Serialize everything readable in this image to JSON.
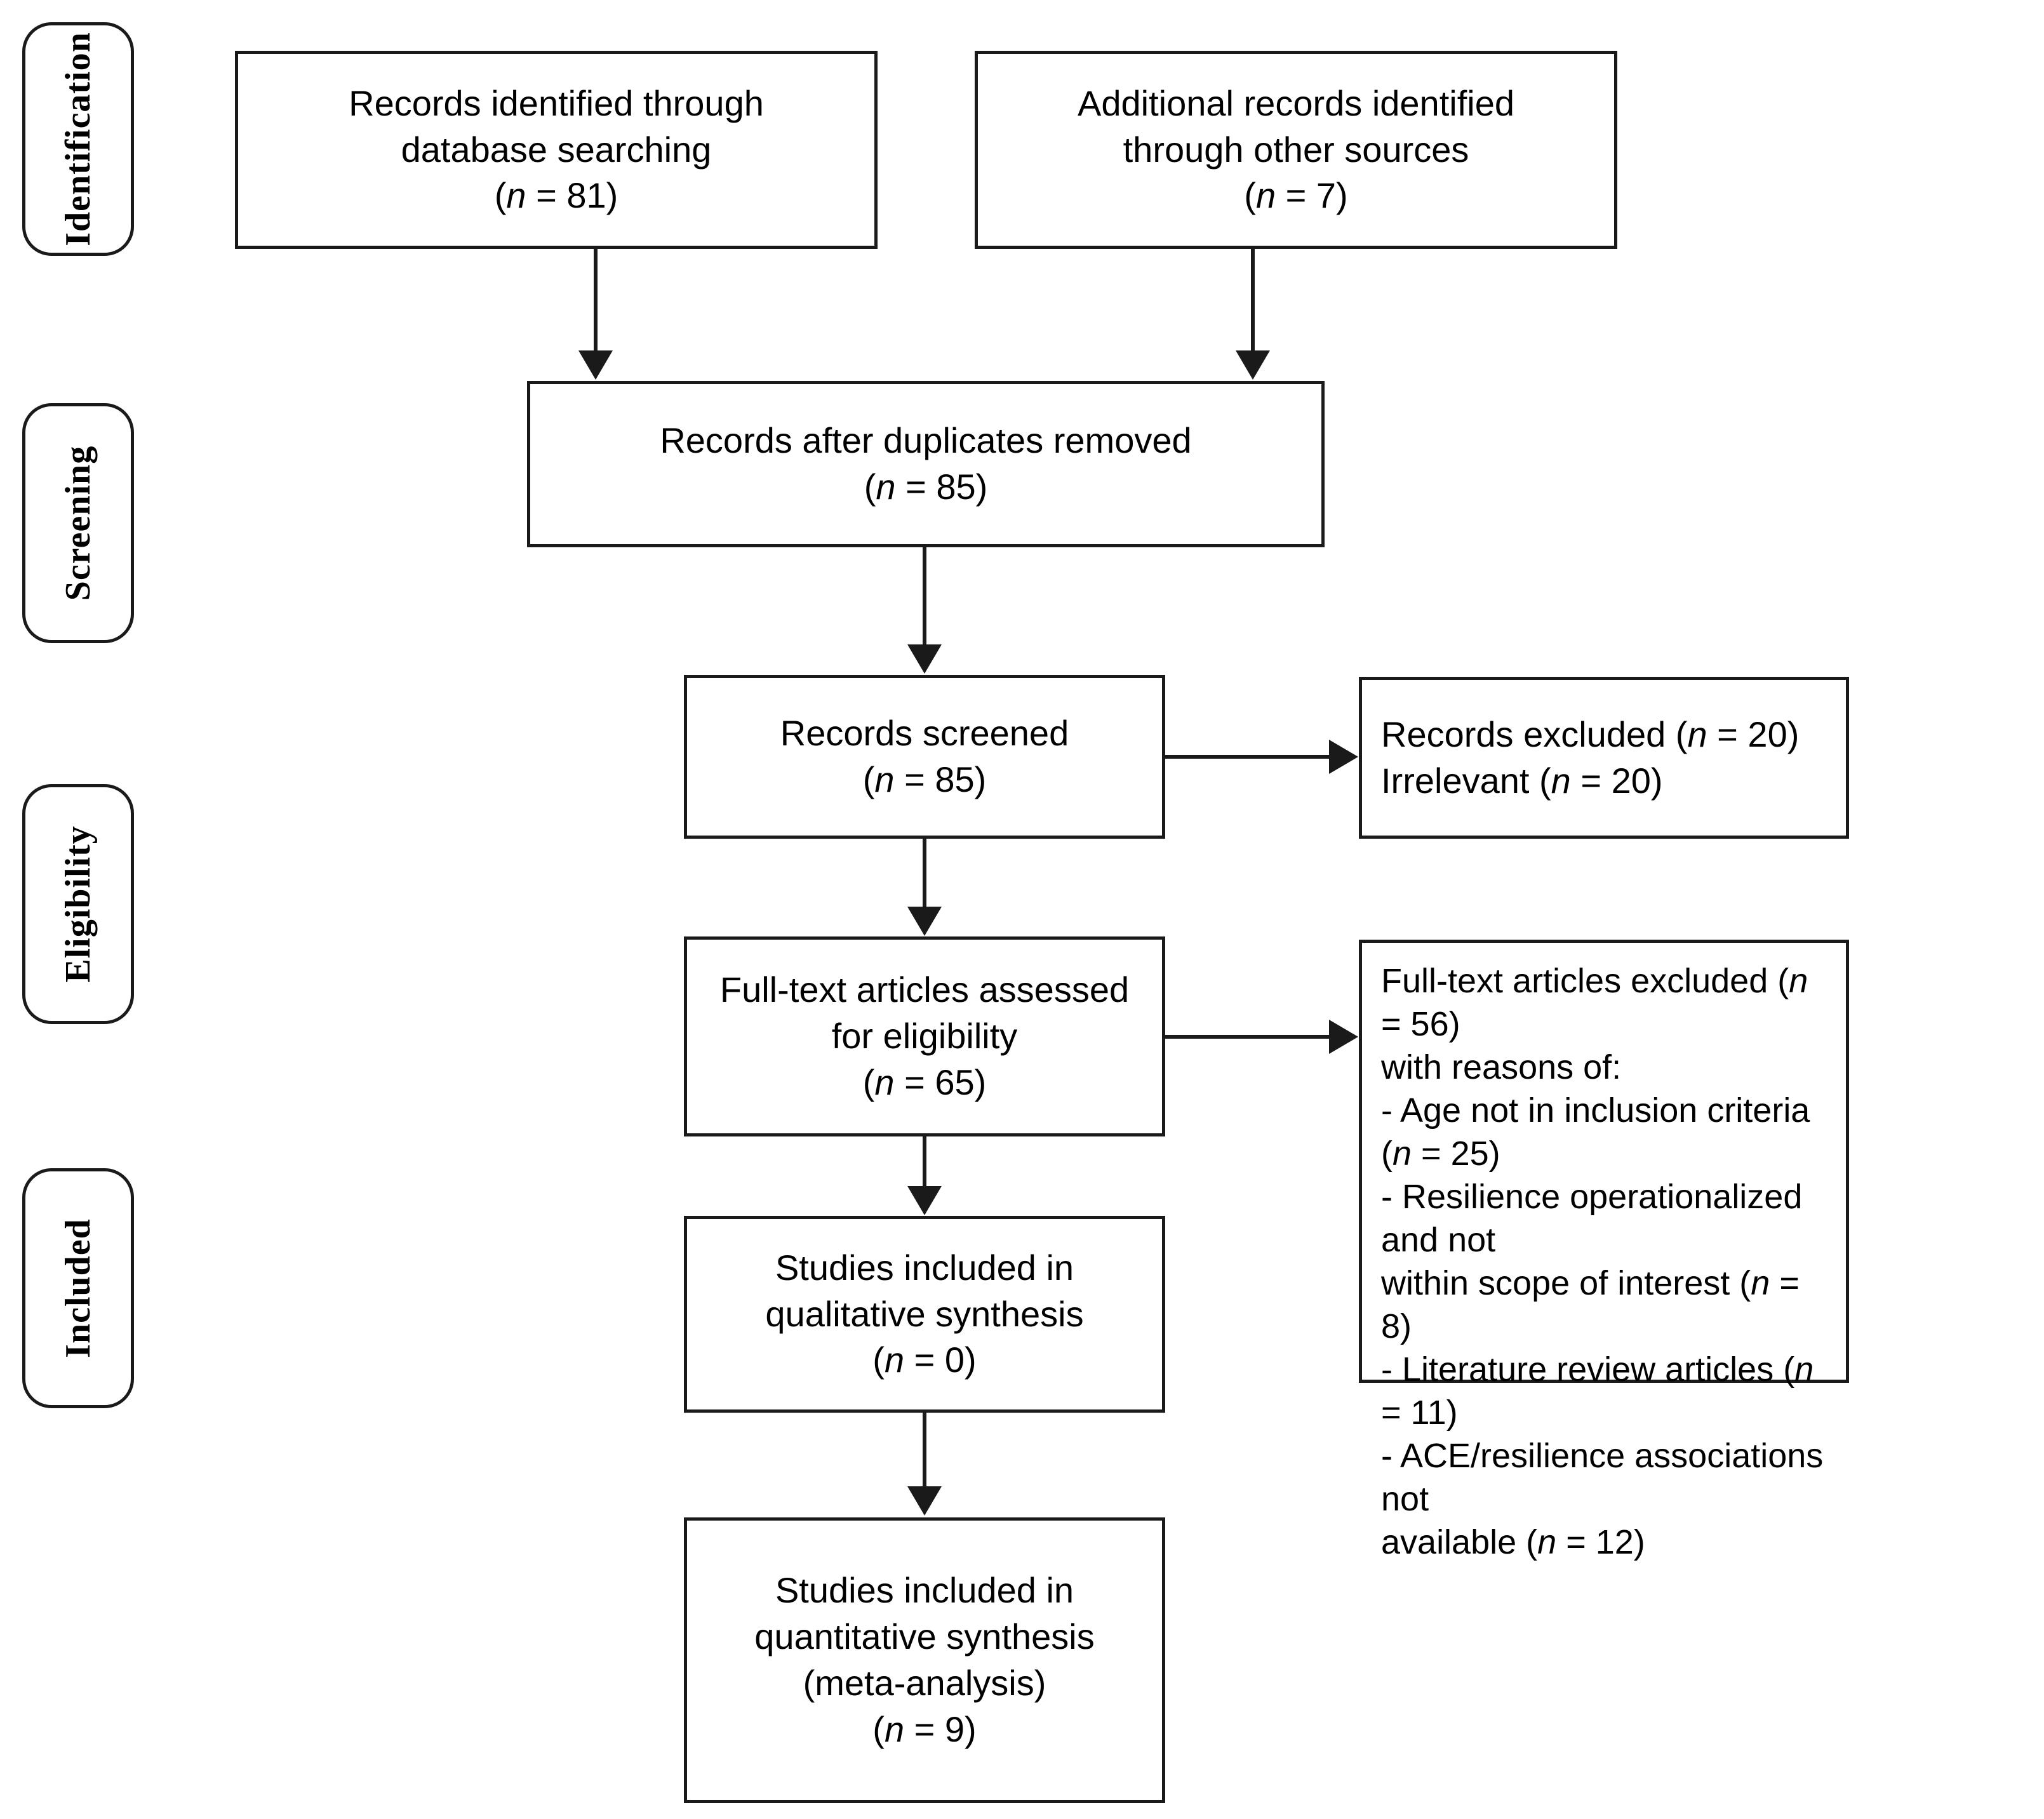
{
  "diagram": {
    "title": "PRISMA flow diagram",
    "stages": [
      {
        "id": "identification",
        "label": "Identification"
      },
      {
        "id": "screening",
        "label": "Screening"
      },
      {
        "id": "eligibility",
        "label": "Eligibility"
      },
      {
        "id": "included",
        "label": "Included"
      }
    ],
    "boxes": {
      "records_database": {
        "lines": [
          "Records identified through",
          "database searching",
          "(n = 81)"
        ],
        "count": 81
      },
      "records_other_sources": {
        "lines": [
          "Additional records identified",
          "through other sources",
          "(n = 7)"
        ],
        "count": 7
      },
      "records_after_duplicates": {
        "lines": [
          "Records after duplicates removed",
          "(n = 85)"
        ],
        "count": 85
      },
      "records_screened": {
        "lines": [
          "Records screened",
          "(n = 85)"
        ],
        "count": 85
      },
      "records_excluded": {
        "lines": [
          "Records excluded (n = 20)",
          "Irrelevant (n = 20)"
        ],
        "count": 20
      },
      "fulltext_assessed": {
        "lines": [
          "Full-text articles assessed",
          "for eligibility",
          "(n = 65)"
        ],
        "count": 65
      },
      "fulltext_excluded": {
        "lines": [
          "Full-text articles excluded (n = 56)",
          "with reasons of:",
          "- Age not in inclusion criteria (n = 25)",
          "- Resilience operationalized and not",
          "within scope of interest (n = 8)",
          "- Literature review articles (n = 11)",
          "- ACE/resilience associations not",
          "available (n = 12)"
        ],
        "count": 56,
        "reasons": [
          {
            "label": "Age not in inclusion criteria",
            "n": 25
          },
          {
            "label": "Resilience operationalized and not within scope of interest",
            "n": 8
          },
          {
            "label": "Literature review articles",
            "n": 11
          },
          {
            "label": "ACE/resilience associations not available",
            "n": 12
          }
        ]
      },
      "qualitative_synthesis": {
        "lines": [
          "Studies included in",
          "qualitative synthesis",
          "(n = 0)"
        ],
        "count": 0
      },
      "quantitative_synthesis": {
        "lines": [
          "Studies included in",
          "quantitative synthesis",
          "(meta-analysis)",
          "(n = 9)"
        ],
        "count": 9
      }
    },
    "colors": {
      "stroke": "#1a1a1a",
      "background": "#ffffff",
      "text": "#000000"
    }
  }
}
